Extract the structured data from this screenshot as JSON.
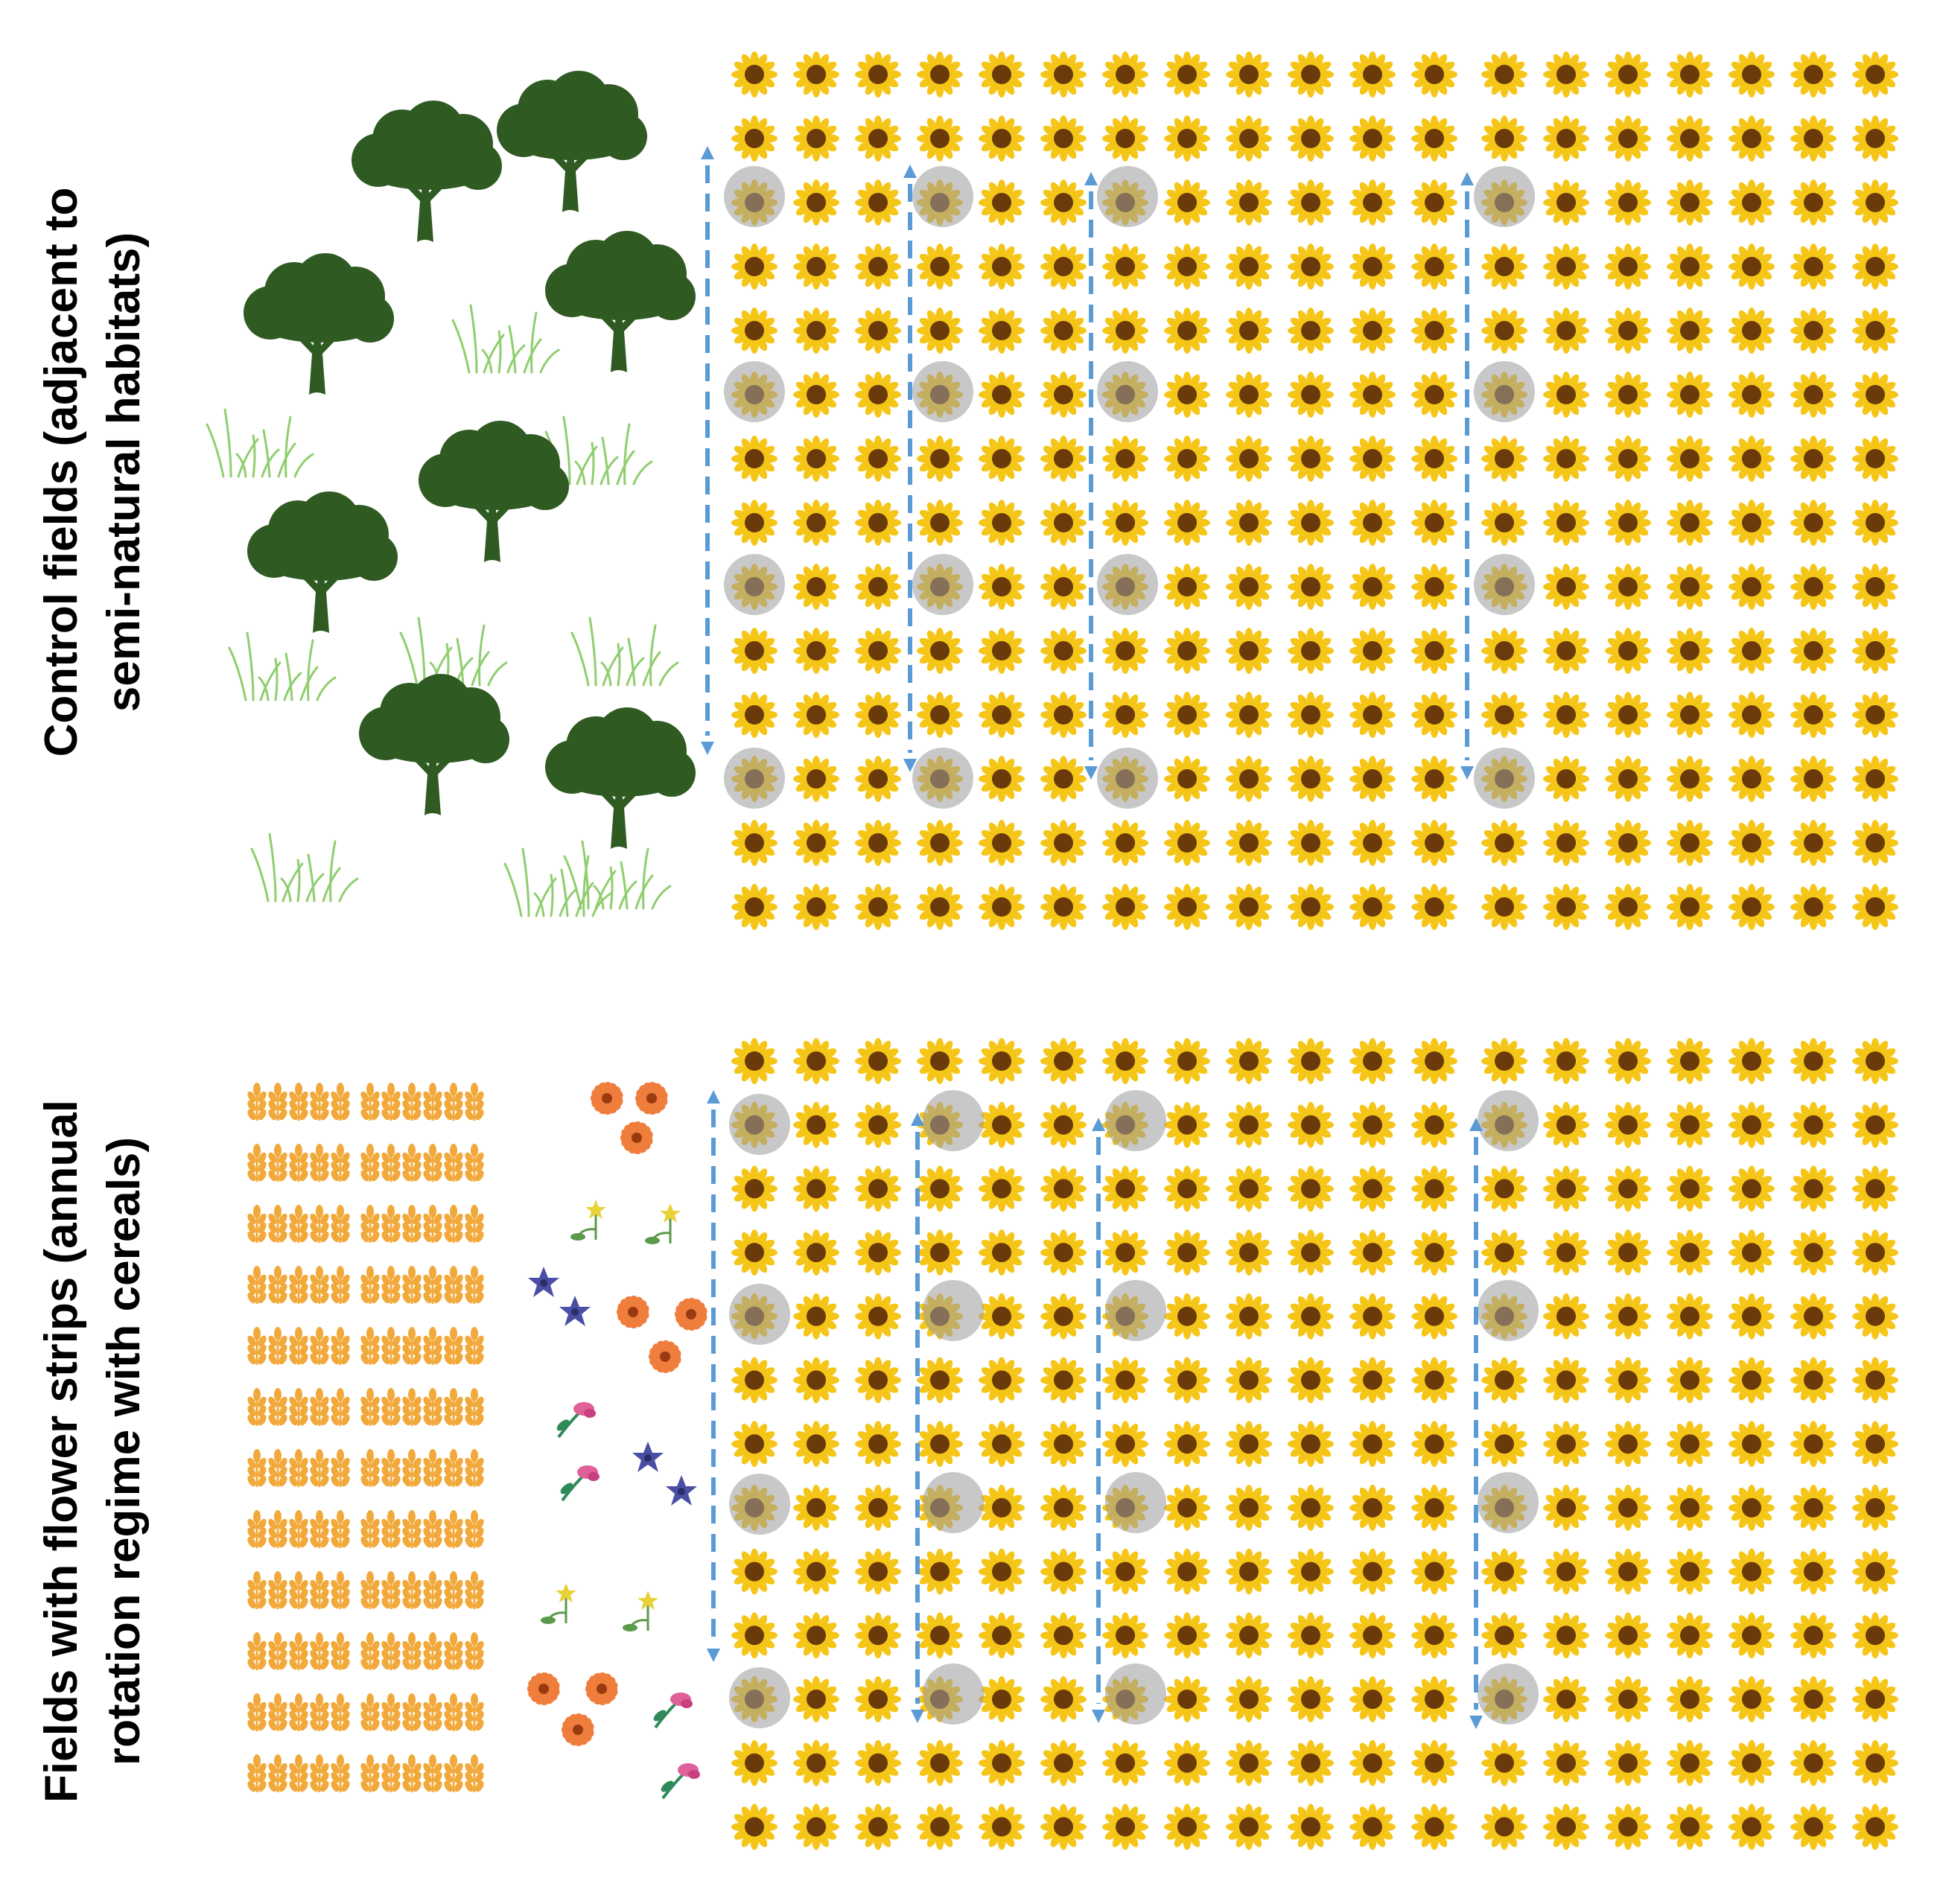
{
  "panels": [
    {
      "id": "control",
      "label_line1": "Control fields (adjacent to",
      "label_line2": "semi-natural habitats)",
      "adjacent_habitat": "trees and grassland"
    },
    {
      "id": "flower-strips",
      "label_line1": "Fields with flower strips (annual",
      "label_line2": "rotation regime with cereals)",
      "adjacent_habitat": "cereal crop with flower strip"
    }
  ],
  "colors": {
    "sunflower_petal": "#f5c518",
    "sunflower_center": "#6b3a0a",
    "tree": "#2f5a22",
    "grass": "#8fce6e",
    "wheat": "#f2a93b",
    "transect_arrow": "#5b9bd5",
    "sample_point": "#9a9a9a",
    "orange_flower": "#ef7d3c",
    "blue_flower": "#4a4fa3",
    "yellow_flower": "#e8d23a",
    "pink_flower": "#e0609a"
  },
  "icons": [
    "sunflower-icon",
    "tree-icon",
    "grass-icon",
    "wheat-icon",
    "wildflower-icon",
    "transect-arrow-icon",
    "sampling-point-icon"
  ]
}
